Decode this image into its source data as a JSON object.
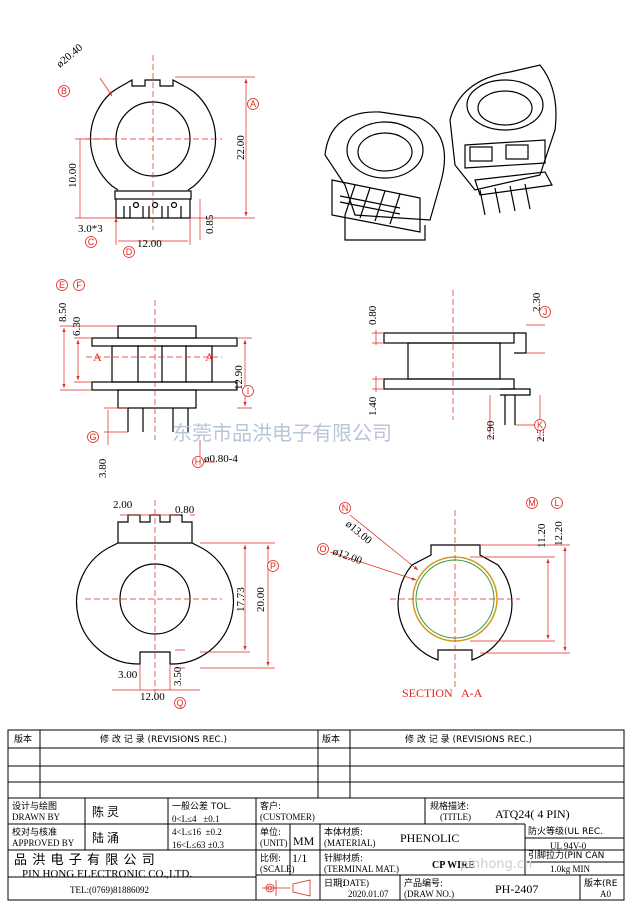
{
  "dimensions": {
    "top_left": {
      "dia": "ø20.40",
      "height": "22.00",
      "half": "10.00",
      "pitch": "3.0*3",
      "pin_span": "12.00",
      "ledge": "0.85"
    },
    "mid_left": {
      "d85": "8.50",
      "d63": "6.30",
      "d1290": "12.90",
      "d380": "3.80",
      "pin_dia": "ø0.80-4",
      "sect": "A"
    },
    "mid_right": {
      "d080": "0.80",
      "d230a": "2.30",
      "d140": "1.40",
      "d290": "2.90",
      "d230b": "2.30"
    },
    "bot_left": {
      "d200": "2.00",
      "d080": "0.80",
      "d2000": "20.00",
      "d1773": "17.73",
      "d300": "3.00",
      "d350": "3.50",
      "d1200": "12.00"
    },
    "bot_right": {
      "d13": "ø13.00",
      "d12": "ø12.00",
      "d1120": "11.20",
      "d1220": "12.20",
      "section": "SECTION   A-A"
    }
  },
  "tags": [
    "A",
    "B",
    "C",
    "D",
    "E",
    "F",
    "G",
    "H",
    "I",
    "J",
    "K",
    "L",
    "M",
    "N",
    "O",
    "P",
    "Q"
  ],
  "watermark": {
    "company_cn": "东莞市品洪电子有限公司",
    "website": "pinhong.cn"
  },
  "revisions": {
    "col_version": "版本",
    "col_title": "修 改 记 录  (REVISIONS REC.)"
  },
  "title_block": {
    "designed_label_cn": "设计与绘图",
    "designed_label_en": "DRAWN BY",
    "designer": "陈 灵",
    "checked_label_cn": "校对与核准",
    "checked_label_en": "APPROVED BY",
    "checker": "陆 涌",
    "tolerance_title": "一般公差 TOL.",
    "tol_rows": [
      "0<L≤4   ±0.1",
      "4<L≤16  ±0.2",
      "16<L≤63 ±0.3"
    ],
    "customer_label_cn": "客户:",
    "customer_label_en": "(CUSTOMER)",
    "unit_label_cn": "单位:",
    "unit_label_en": "(UNIT)",
    "unit": "MM",
    "scale_label_cn": "比例:",
    "scale_label_en": "(SCALE)",
    "scale": "1/1",
    "material_label_cn": "本体材质:",
    "material_label_en": "(MATERIAL)",
    "material": "PHENOLIC",
    "terminal_label_cn": "针脚材质:",
    "terminal_label_en": "(TERMINAL MAT.)",
    "terminal": "CP WIRE",
    "date_label_cn": "日期:",
    "date_label_en": "(DATE)",
    "date": "2020.01.07",
    "title_label_cn": "规格描述:",
    "title_label_en": "(TITLE)",
    "title": "ATQ24( 4 PIN)",
    "flame_label": "防火等级(UL REC.",
    "flame": "UL 94V-0",
    "pull_label": "引脚拉力(PIN CAN",
    "pull": "1.0kg MIN",
    "product_label_cn": "产品编号:",
    "product_label_en": "(DRAW NO.)",
    "product": "PH-2407",
    "rev_label": "版本(RE",
    "rev": "A0",
    "company_cn": "品 洪 电 子 有 限 公 司",
    "company_en": "PIN HONG ELECTRONIC CO.,LTD.",
    "tel": "TEL:(0769)81886092"
  }
}
